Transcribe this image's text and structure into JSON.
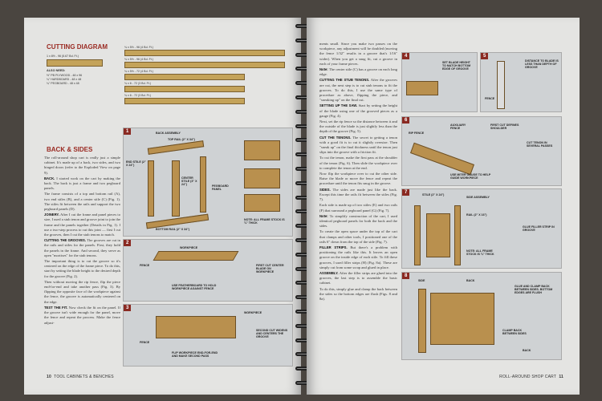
{
  "left_page": {
    "cutting_diagram": {
      "title": "CUTTING DIAGRAM",
      "boards": [
        "1 x 8½ - 96 (5.67 Bd. Ft.)",
        "¾ x 5½ - 96 (4 Bd. Ft.)",
        "¾ x 5½ - 96 (4 Bd. Ft.)",
        "¾ x 5½ - 72 (4 Bd. Ft.)",
        "¾ x 6 - 72 (3 Bd. Ft.)",
        "¾ x 6 - 72 (3 Bd. Ft.)"
      ],
      "also_need_title": "ALSO NEED:",
      "also_need": [
        "½\" PB PLYWOOD - 48 x 96",
        "¼\" HARDBOARD - 48 x 48",
        "¼\" PEGBOARD - 48 x 48"
      ]
    },
    "section_title": "BACK & SIDES",
    "paragraphs": [
      {
        "lead": "",
        "text": "The roll-around shop cart is really just a simple cabinet. It's made up of a back, two sides, and two hinged doors (refer to the Exploded View on page 9)."
      },
      {
        "lead": "BACK.",
        "text": "I started work on the cart by making the back. The back is just a frame and two pegboard panels."
      },
      {
        "lead": "",
        "text": "The frame consists of a top and bottom rail (A), two end stiles (B), and a center stile (C) (Fig. 1). The stiles fit between the rails and support the two pegboard panels (D)."
      },
      {
        "lead": "JOINERY.",
        "text": "After I cut the frame and panel pieces to size, I used a stub tenon and groove joint to join the frame and the panels together (Details in Fig. 1). I use a two-step process to cut this joint — first I cut the grooves, then I cut the stub tenons to match."
      },
      {
        "lead": "CUTTING THE GROOVES.",
        "text": "The grooves are cut in the rails and stiles for the panels. First, they hold the panels in the frame. And second, they serve as open \"mortises\" for the stub tenons."
      },
      {
        "lead": "",
        "text": "The important thing is to cut the groove so it's centered on the edge of the frame piece. To do this, start by setting the blade height to the desired depth for the groove (Fig. 2)."
      },
      {
        "lead": "",
        "text": "Then without moving the rip fence, flip the piece end-for-end and take another pass (Fig. 3). By flipping the opposite face of the workpiece against the fence, the groove is automatically centered on the edge."
      },
      {
        "lead": "TEST THE FIT.",
        "text": "Now check the fit on the panel. If the groove isn't wide enough for the panel, move the fence and repeat the process. Make the fence adjust-"
      }
    ],
    "figures": [
      {
        "num": "1",
        "title": "BACK ASSEMBLY",
        "labels": [
          "TOP RAIL (2\" x 34\")",
          "END STILE (2\" x 24\")",
          "CENTER STILE (3\" x 24\")",
          "BOTTOM RAIL (2\" x 34\")",
          "PEGBOARD PANEL",
          "NOTE: ALL FRAME STOCK IS ¾\" THICK"
        ]
      },
      {
        "num": "2",
        "labels": [
          "WORKPIECE",
          "FENCE",
          "USE FEATHERBOARD TO HOLD WORKPIECE AGAINST FENCE",
          "FIRST CUT CENTER BLADE ON WORKPIECE"
        ]
      },
      {
        "num": "3",
        "labels": [
          "WORKPIECE",
          "FENCE",
          "FLIP WORKPIECE END-FOR-END AND MAKE SECOND PASS",
          "SECOND CUT WIDENS AND CENTERS THE GROOVE"
        ]
      }
    ],
    "footer": {
      "page_number": "10",
      "section": "TOOL CABINETS & BENCHES"
    }
  },
  "right_page": {
    "paragraphs": [
      {
        "lead": "",
        "text": "ments small. Since you make two passes on the workpiece, any adjustment will be doubled (moving the fence 1/32\" results in a groove that's 1/16\" wider). When you get a snug fit, cut a groove in each of your frame pieces."
      },
      {
        "lead": "Note:",
        "text": "The center stile (C) has a groove on each long edge."
      },
      {
        "lead": "CUTTING THE STUB TENONS.",
        "text": "After the grooves are cut, the next step is to cut stub tenons to fit the grooves. To do this, I use the same type of procedure as above, flipping the piece, and \"sneaking up\" on the final cut."
      },
      {
        "lead": "SETTING UP THE SAW.",
        "text": "Start by setting the height of the blade using one of the grooved pieces as a gauge (Fig. 4)."
      },
      {
        "lead": "",
        "text": "Next, set the rip fence so the distance between it and the outside of the blade is just slightly less than the depth of the groove (Fig. 5)."
      },
      {
        "lead": "CUT THE TENONS.",
        "text": "The secret to getting a tenon with a good fit is to cut it slightly oversize. Then \"sneak up\" on the final thickness until the tenon just slips into the groove with a friction fit."
      },
      {
        "lead": "",
        "text": "To cut the tenon, make the first pass at the shoulder of the tenon (Fig. 6). Then slide the workpiece over to complete the tenon at the end."
      },
      {
        "lead": "",
        "text": "Now flip the workpiece over to cut the other side. Raise the blade or move the fence and repeat the procedure until the tenon fits snug in the groove."
      },
      {
        "lead": "SIDES.",
        "text": "The sides are made just like the back. Except this time the rails fit between the stiles (Fig. 7)."
      },
      {
        "lead": "",
        "text": "Each side is made up of two stiles (E) and two rails (F) that surround a pegboard panel (G) (Fig. 7)."
      },
      {
        "lead": "Note:",
        "text": "To simplify construction of the cart, I used identical pegboard panels for both the back and the sides."
      },
      {
        "lead": "",
        "text": "To create the open space under the top of the cart that clamps and other tools, I positioned one of the rails 6\" down from the top of the side (Fig. 7)."
      },
      {
        "lead": "FILLER STRIPS.",
        "text": "But there's a problem with positioning the rails like this. It leaves an open groove on the inside edge of each stile. To fill these grooves, I used filler strips (H) (Fig. 8a). These are simply cut from some scrap and glued in place."
      },
      {
        "lead": "ASSEMBLY.",
        "text": "After the filler strips are glued into the grooves, the last step is to assemble the basic cabinet."
      },
      {
        "lead": "",
        "text": "To do this, simply glue and clamp the back between the sides so the bottom edges are flush (Figs. 8 and 8a)."
      }
    ],
    "figures": [
      {
        "num": "4",
        "labels": [
          "SET BLADE HEIGHT TO MATCH BOTTOM EDGE OF GROOVE"
        ]
      },
      {
        "num": "5",
        "labels": [
          "FENCE",
          "DISTANCE TO BLADE IS LESS THAN DEPTH OF GROOVE"
        ]
      },
      {
        "num": "6",
        "labels": [
          "AUXILIARY FENCE",
          "RIP FENCE",
          "USE MITER GAUGE TO HELP GUIDE WORKPIECE",
          "FIRST CUT DEFINES SHOULDER",
          "CUT TENON IN SEVERAL PASSES"
        ]
      },
      {
        "num": "7",
        "labels": [
          "STILE (2\" x 24\")",
          "SIDE ASSEMBLY",
          "RAIL (2\" x 16\")",
          "NOTE: ALL FRAME STOCK IS ¾\" THICK",
          "GLUE FILLER STRIP IN GROOVE"
        ]
      },
      {
        "num": "8",
        "labels": [
          "SIDE",
          "BACK",
          "GLUE AND CLAMP BACK BETWEEN SIDES. BOTTOM EDGES ARE FLUSH",
          "CLAMP BACK BETWEEN SIDES",
          "BACK"
        ]
      }
    ],
    "footer": {
      "section": "ROLL-AROUND SHOP CART",
      "page_number": "11"
    }
  }
}
